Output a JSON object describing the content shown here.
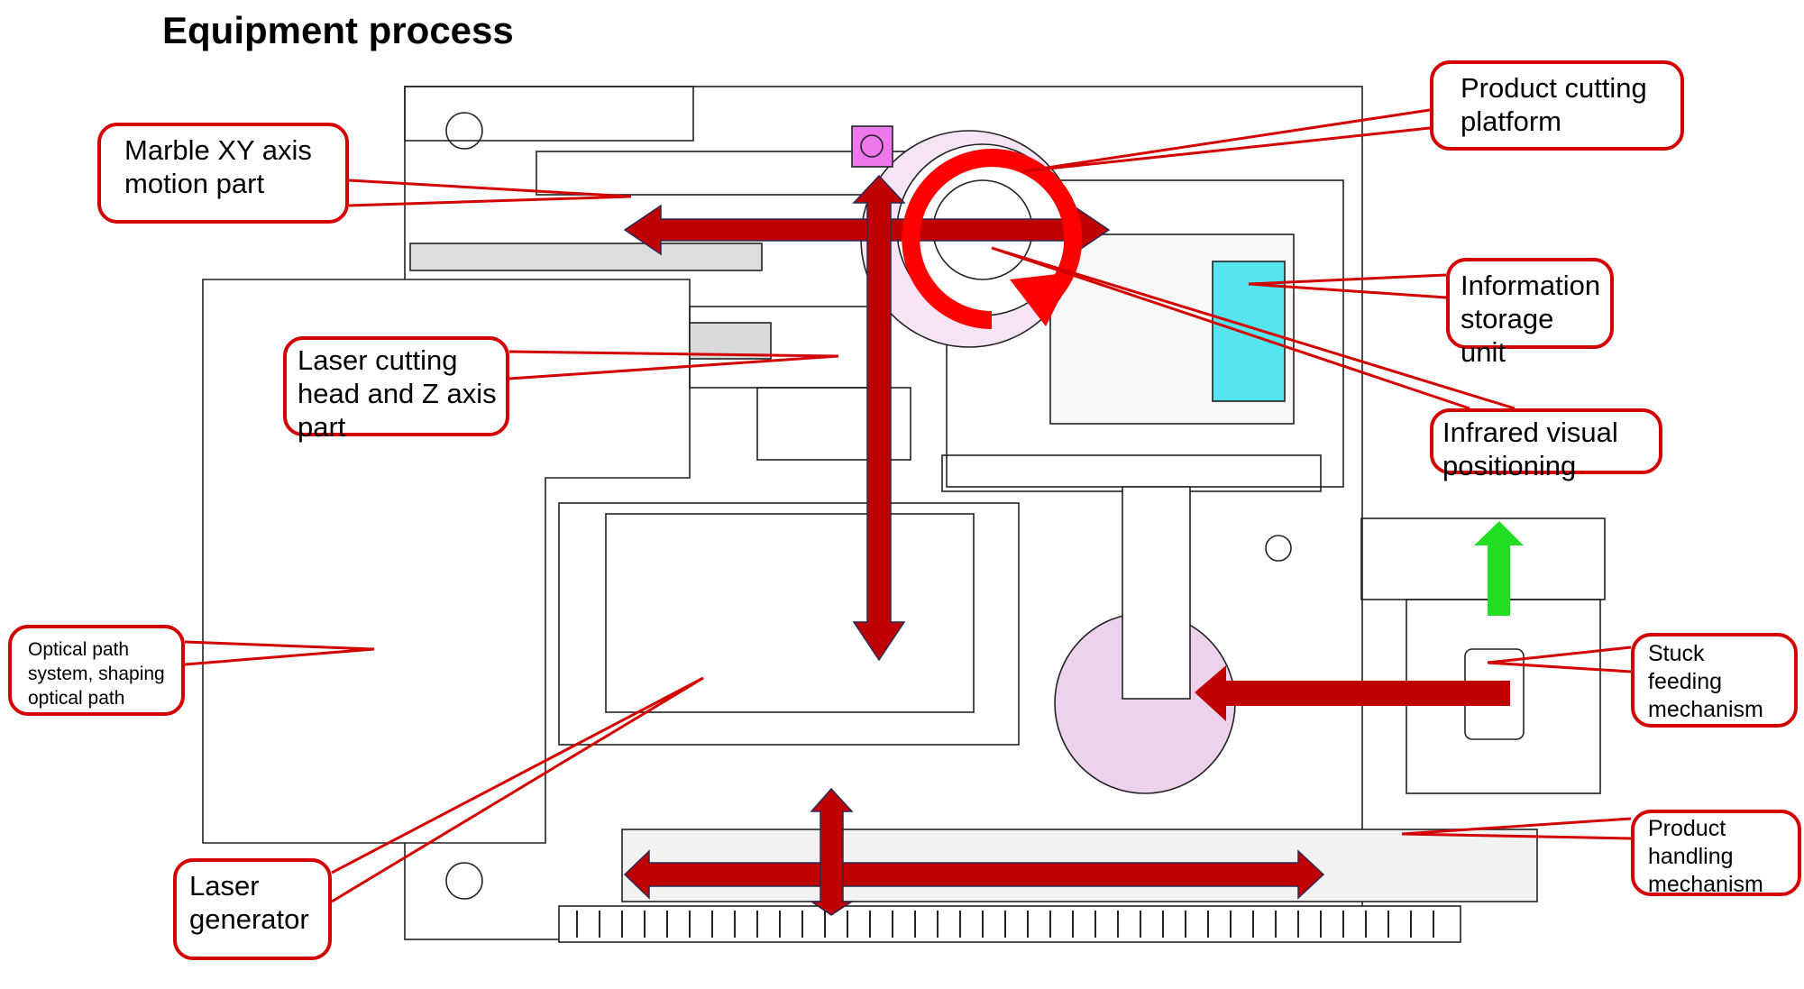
{
  "title": "Equipment process",
  "callouts": {
    "marble_xy": {
      "lines": [
        "Marble XY axis",
        "motion part"
      ]
    },
    "product_cutting_platform": {
      "lines": [
        "Product cutting",
        "platform"
      ]
    },
    "information_storage": {
      "lines": [
        "Information",
        "storage unit"
      ]
    },
    "laser_cutting_head": {
      "lines": [
        "Laser cutting",
        "head and Z axis",
        "part"
      ]
    },
    "infrared_visual": {
      "lines": [
        "Infrared visual",
        "positioning"
      ]
    },
    "optical_path": {
      "lines": [
        "Optical path",
        "system, shaping",
        "optical path"
      ]
    },
    "stuck_feeding": {
      "lines": [
        "Stuck",
        "feeding",
        "mechanism"
      ]
    },
    "product_handling": {
      "lines": [
        "Product",
        "handling",
        "mechanism"
      ]
    },
    "laser_generator": {
      "lines": [
        "Laser",
        "generator"
      ]
    }
  },
  "colors": {
    "callout_border": "#d40000",
    "motion_arrow": "#c00000",
    "rotation_arrow": "#ff0000",
    "feed_arrow_up": "#22dd22",
    "storage_unit": "#55e5ee",
    "motor": "#ee77ee",
    "turntable_tint": "#f6e4f6"
  }
}
